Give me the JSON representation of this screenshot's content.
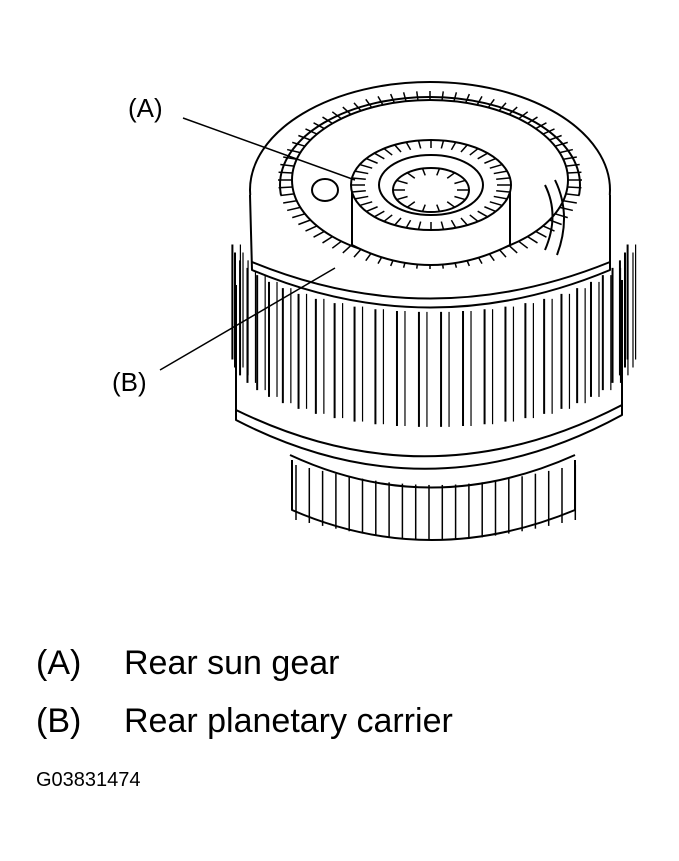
{
  "callouts": [
    {
      "key": "(A)"
    },
    {
      "key": "(B)"
    }
  ],
  "legend": [
    {
      "key": "(A)",
      "text": "Rear sun gear"
    },
    {
      "key": "(B)",
      "text": "Rear planetary carrier"
    }
  ],
  "figure_code": "G03831474"
}
